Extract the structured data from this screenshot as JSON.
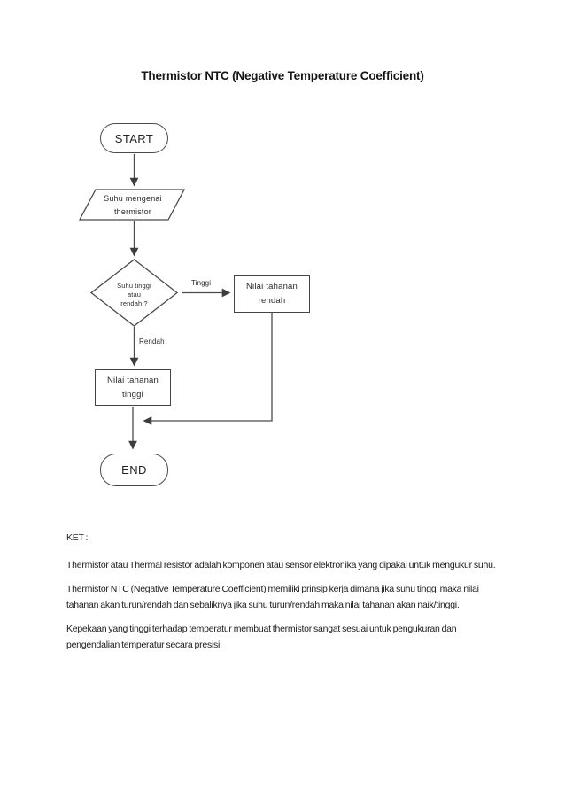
{
  "document": {
    "title": "Thermistor NTC (Negative Temperature Coefficient)"
  },
  "flowchart": {
    "nodes": {
      "start": {
        "label": "START",
        "type": "terminator"
      },
      "input": {
        "label": "Suhu mengenai\nthermistor",
        "type": "parallelogram"
      },
      "decision": {
        "label": "Suhu tinggi\natau\nrendah ?",
        "type": "decision"
      },
      "low_resistance": {
        "label": "Nilai tahanan\nrendah",
        "type": "process"
      },
      "high_resistance": {
        "label": "Nilai tahanan\ntinggi",
        "type": "process"
      },
      "end": {
        "label": "END",
        "type": "terminator"
      }
    },
    "branch_labels": {
      "high": "Tinggi",
      "low": "Rendah"
    }
  },
  "notes": {
    "heading": "KET :",
    "paragraphs": [
      "Thermistor atau Thermal resistor adalah komponen atau sensor elektronika yang dipakai untuk mengukur suhu.",
      "Thermistor NTC (Negative Temperature Coefficient) memiliki prinsip kerja dimana jika suhu tinggi maka nilai tahanan akan turun/rendah dan sebaliknya jika suhu turun/rendah maka nilai tahanan akan naik/tinggi.",
      "Kepekaan yang tinggi terhadap temperatur membuat thermistor sangat sesuai untuk pengukuran dan pengendalian temperatur secara presisi."
    ]
  },
  "colors": {
    "line": "#4a4a4a",
    "text": "#1f1f1f",
    "background": "#ffffff"
  }
}
